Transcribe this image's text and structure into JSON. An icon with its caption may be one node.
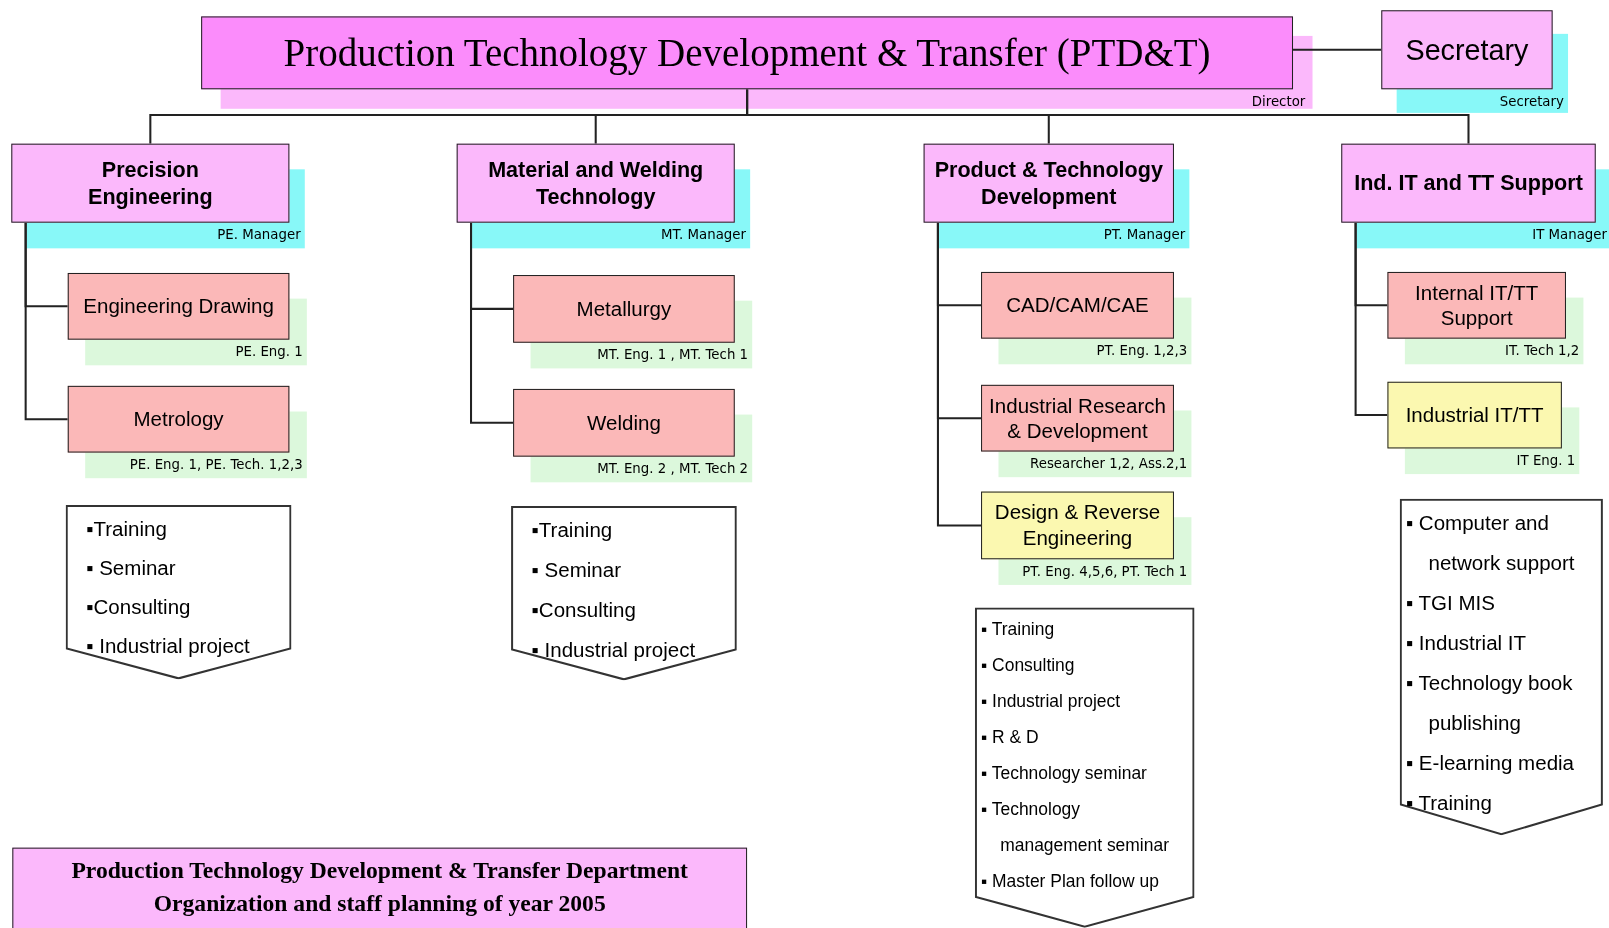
{
  "diagram": {
    "caption": "Production Technology Development & Transfer Department Organization and staff planning of year 2005",
    "nodes": [
      {
        "text": [
          "Production Technology Development & Transfer (PTD&T)"
        ],
        "beside": [
          "Director"
        ]
      },
      {
        "text": [
          "Secretary"
        ],
        "beside": [
          "Secretary"
        ]
      },
      {
        "text": [
          "Precision Engineering"
        ],
        "beside": [
          "PE. Manager"
        ]
      },
      {
        "text": [
          "Engineering Drawing"
        ],
        "beside": [
          "PE. Eng. 1"
        ]
      },
      {
        "text": [
          "Metrology"
        ],
        "beside": [
          "PE. Eng. 1, PE. Tech. 1,2,3"
        ]
      },
      {
        "text": [
          "▪Training",
          "▪ Seminar",
          "▪Consulting",
          "▪ Industrial project"
        ]
      },
      {
        "text": [
          "Material and Welding Technology"
        ],
        "beside": [
          "MT. Manager"
        ]
      },
      {
        "text": [
          "Metallurgy"
        ],
        "beside": [
          "MT. Eng. 1 , MT. Tech 1"
        ]
      },
      {
        "text": [
          "Welding"
        ],
        "beside": [
          "MT. Eng. 2 , MT. Tech 2"
        ]
      },
      {
        "text": [
          "▪Training",
          "▪ Seminar",
          "▪Consulting",
          "▪ Industrial project"
        ]
      },
      {
        "text": [
          "Product & Technology Development"
        ],
        "beside": [
          "PT. Manager"
        ]
      },
      {
        "text": [
          "CAD/CAM/CAE"
        ],
        "beside": [
          "PT. Eng. 1,2,3"
        ]
      },
      {
        "text": [
          "Industrial Research & Development"
        ],
        "beside": [
          "Researcher 1,2, Ass.2,1"
        ]
      },
      {
        "text": [
          "Design & Reverse Engineering"
        ],
        "beside": [
          "PT. Eng. 4,5,6, PT. Tech 1"
        ]
      },
      {
        "text": [
          "▪ Training",
          "▪ Consulting",
          "▪ Industrial project",
          "▪ R & D",
          "▪ Technology seminar",
          "▪ Technology management seminar",
          "▪ Master Plan follow up"
        ]
      },
      {
        "text": [
          "Ind. IT and TT Support"
        ],
        "beside": [
          "IT Manager"
        ]
      },
      {
        "text": [
          "Internal IT/TT Support"
        ],
        "beside": [
          "IT. Tech 1,2"
        ]
      },
      {
        "text": [
          "Industrial IT/TT"
        ],
        "beside": [
          "IT Eng. 1"
        ]
      },
      {
        "text": [
          "▪ Computer and network support",
          "▪ TGI MIS",
          "▪ Industrial IT",
          "▪ Technology book publishing",
          "▪ E-learning media",
          "▪ Training"
        ]
      }
    ],
    "edges": [
      {
        "from": 0,
        "to": 1,
        "arrow": "none"
      },
      {
        "from": 0,
        "to": 2,
        "arrow": "none"
      },
      {
        "from": 0,
        "to": 6,
        "arrow": "none"
      },
      {
        "from": 0,
        "to": 10,
        "arrow": "none"
      },
      {
        "from": 0,
        "to": 15,
        "arrow": "none"
      },
      {
        "from": 2,
        "to": 3,
        "arrow": "none"
      },
      {
        "from": 2,
        "to": 4,
        "arrow": "none"
      },
      {
        "from": 6,
        "to": 7,
        "arrow": "none"
      },
      {
        "from": 6,
        "to": 8,
        "arrow": "none"
      },
      {
        "from": 10,
        "to": 11,
        "arrow": "none"
      },
      {
        "from": 10,
        "to": 12,
        "arrow": "none"
      },
      {
        "from": 10,
        "to": 13,
        "arrow": "none"
      },
      {
        "from": 15,
        "to": 16,
        "arrow": "none"
      },
      {
        "from": 15,
        "to": 17,
        "arrow": "none"
      }
    ]
  }
}
